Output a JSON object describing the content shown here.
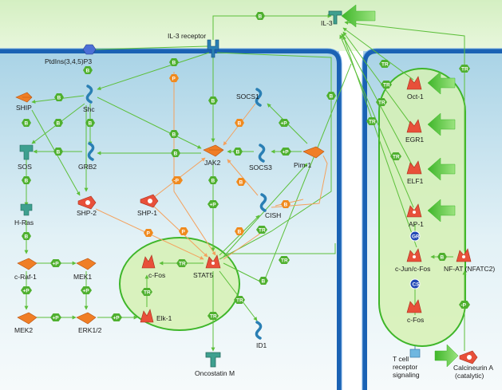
{
  "colors": {
    "membrane": "#1a62b4",
    "cytoplasm_top": "#b8dbe9",
    "nucleus_fill": "#d6f1b4",
    "nucleus_stroke": "#3fb62a",
    "edge_binding": "#5cbf3a",
    "edge_phospho": "#f4a15d",
    "node_orange": "#f07e26",
    "node_red": "#e8503a",
    "node_blue": "#2a7fb4",
    "node_teal": "#3ea08f",
    "tag_green": "#4fb02f",
    "tag_orange": "#f08a1e"
  },
  "nodes": {
    "il3": "IL-3",
    "il3_receptor": "IL-3 receptor",
    "ptdins": "PtdIns(3,4,5)P3",
    "ship": "SHIP",
    "shc": "Shc",
    "sos": "SOS",
    "grb2": "GRB2",
    "hras": "H-Ras",
    "shp2": "SHP-2",
    "shp1": "SHP-1",
    "socs1": "SOCS1",
    "socs3": "SOCS3",
    "jak2": "JAK2",
    "pim1": "Pim-1",
    "cish": "CISH",
    "craf1": "c-Raf-1",
    "mek1": "MEK1",
    "mek2": "MEK2",
    "erk12": "ERK1/2",
    "elk1": "Elk-1",
    "cfos_left": "c-Fos",
    "stat5": "STAT5",
    "id1": "ID1",
    "oncostatin": "Oncostatin M",
    "oct1": "Oct-1",
    "egr1": "EGR1",
    "elf1": "ELF1",
    "ap1": "AP-1",
    "cjun_cfos": "c-Jun/c-Fos",
    "nfat": "NF-AT (NFATC2)",
    "cfos_right": "c-Fos",
    "tcr": "T cell receptor signaling",
    "tcr_line1": "T cell",
    "tcr_line2": "receptor",
    "tcr_line3": "signaling",
    "calcineurin": "Calcineurin A (catalytic)",
    "calcineurin_line1": "Calcineurin A",
    "calcineurin_line2": "(catalytic)"
  },
  "tags": {
    "binding": "B",
    "phospho": "P",
    "plus_phospho": "+P",
    "minus_phospho": "-P",
    "transcription": "TR",
    "group": "GR",
    "complex": "CS"
  }
}
